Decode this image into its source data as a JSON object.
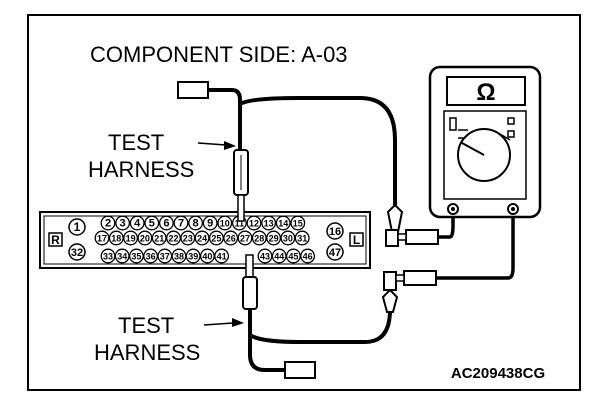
{
  "title": "COMPONENT SIDE: A-03",
  "harness_top": {
    "line1": "TEST",
    "line2": "HARNESS"
  },
  "harness_bottom": {
    "line1": "TEST",
    "line2": "HARNESS"
  },
  "meter_symbol": "Ω",
  "connector": {
    "left_mark": "R",
    "right_mark": "L",
    "pin_1": "1",
    "pin_32": "32",
    "pin_16": "16",
    "pin_47": "47",
    "row1": [
      "2",
      "3",
      "4",
      "5",
      "6",
      "7",
      "8",
      "9",
      "10",
      "11",
      "12",
      "13",
      "14",
      "15"
    ],
    "row2": [
      "17",
      "18",
      "19",
      "20",
      "21",
      "22",
      "23",
      "24",
      "25",
      "26",
      "27",
      "28",
      "29",
      "30",
      "31"
    ],
    "row3_left": [
      "33",
      "34",
      "35",
      "36",
      "37",
      "38",
      "39",
      "40",
      "41"
    ],
    "row3_right": [
      "43",
      "44",
      "45",
      "46"
    ]
  },
  "figure_code": "AC209438CG"
}
